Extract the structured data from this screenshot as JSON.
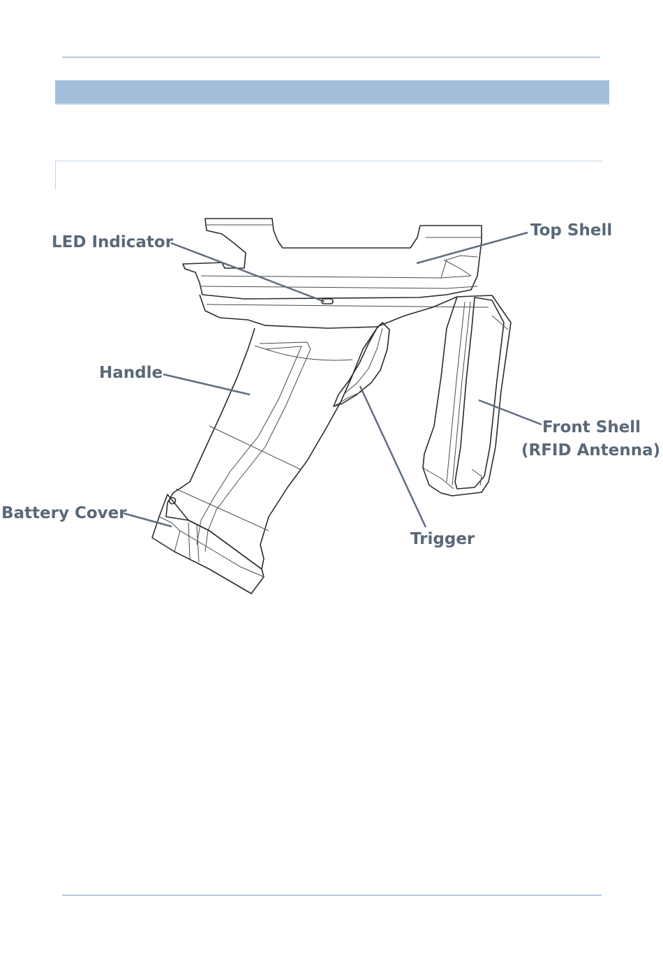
{
  "figure": {
    "labels": {
      "led_indicator": "LED Indicator",
      "top_shell": "Top Shell",
      "handle": "Handle",
      "front_shell": "Front Shell",
      "rfid_antenna": "(RFID Antenna)",
      "battery_cover": "Battery Cover",
      "trigger": "Trigger"
    }
  },
  "colors": {
    "section_band": "#a3bfdc",
    "rule": "#b4c8de",
    "label_text": "#5a6878",
    "leader_line": "#5f6d80"
  }
}
